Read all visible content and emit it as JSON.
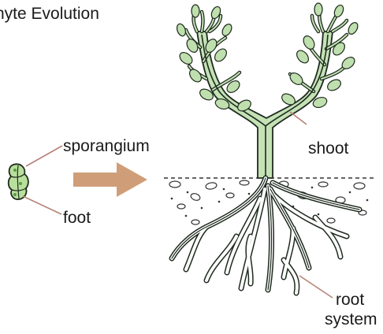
{
  "title": "hyte Evolution",
  "labels": {
    "sporangium": "sporangium",
    "foot": "foot",
    "shoot": "shoot",
    "root_line1": "root",
    "root_line2": "system"
  },
  "colors": {
    "plant_fill": "#c4e2b6",
    "leaf_fill": "#bfe0ae",
    "outline": "#1e2a1e",
    "arrow": "#cf9e78",
    "leader_line": "#b68378",
    "soil_line": "#333333"
  }
}
